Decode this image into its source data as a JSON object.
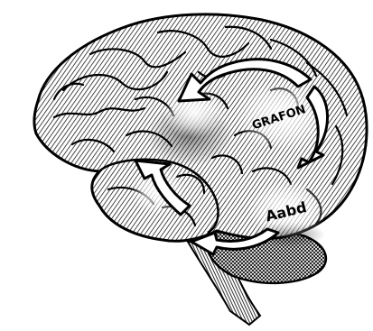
{
  "illustration": {
    "subject": "brain-engraving",
    "labels": {
      "grafon": "GRAFON",
      "aabd": "Aabd"
    },
    "colors": {
      "ink": "#000000",
      "paper": "#ffffff",
      "glow": "#ffffff"
    }
  }
}
